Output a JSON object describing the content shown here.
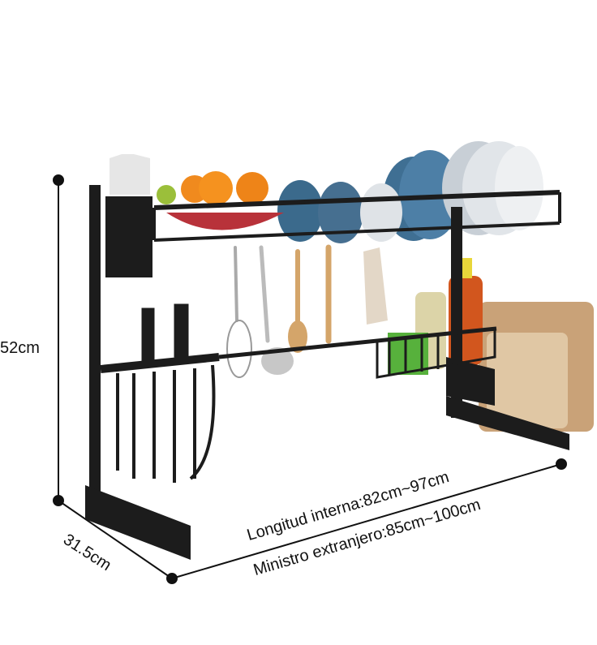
{
  "dimensions": {
    "height": "52cm",
    "depth": "31.5cm",
    "inner_length": "Longitud interna:82cm~97cm",
    "outer_length": "Ministro extranjero:85cm~100cm"
  },
  "colors": {
    "rack": "#1c1c1c",
    "plates": "#3f6f93",
    "plates_light": "#d8dde2",
    "board": "#c9a278",
    "fruit": "#f08a1e"
  }
}
